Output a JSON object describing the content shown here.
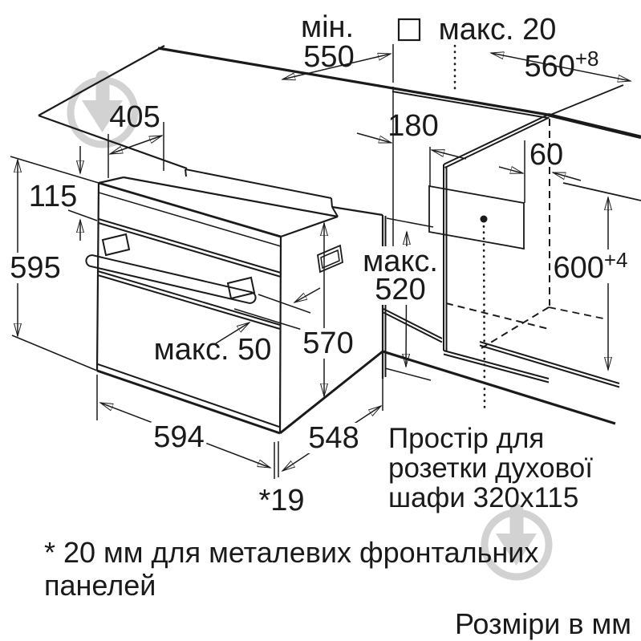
{
  "diagram": {
    "kind": "built-in oven installation drawing",
    "labels": {
      "min550": {
        "prefix": "мін.",
        "value": "550"
      },
      "max20": "макс. 20",
      "niche_width": {
        "value": "560",
        "tol": "+8"
      },
      "top_offset": "405",
      "panel_gap": "115",
      "total_height": "595",
      "socket_left": "180",
      "socket_right": "60",
      "max520": {
        "word": "макс.",
        "value": "520"
      },
      "niche_height": {
        "value": "600",
        "tol": "+4"
      },
      "body_height": "570",
      "max50": "макс. 50",
      "width": "594",
      "depth": "548",
      "front_panel": "*19"
    },
    "notes": {
      "socket": {
        "l1": "Простір для",
        "l2": "розетки духової",
        "l3": "шафи 320x115"
      },
      "footnote": {
        "l1": "* 20 мм для металевих фронтальних",
        "l2": "панелей"
      },
      "units": "Розміри в мм"
    }
  }
}
